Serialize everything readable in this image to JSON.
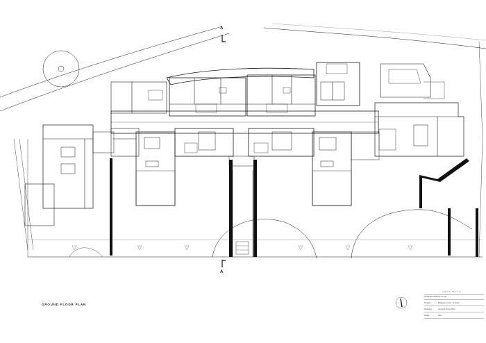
{
  "drawing": {
    "title": "GROUND FLOOR PLAN",
    "section_label_top": "A",
    "section_label_bottom": "A"
  },
  "title_block": {
    "company": "ARCHITECTS",
    "email": "studio@architects.co.uk",
    "rows": [
      {
        "key": "Project",
        "value": "Balgarie Court, Lincoln"
      },
      {
        "key": "Drawing",
        "value": "Ground Floor Plan"
      },
      {
        "key": "Scale",
        "value": "N/A"
      }
    ]
  },
  "icons": {
    "north_arrow": "north-arrow-icon",
    "section_marker": "section-cut-marker-icon"
  },
  "colors": {
    "line": "#1a1a1a",
    "fine_line": "#888888",
    "hedge": "#111111"
  }
}
